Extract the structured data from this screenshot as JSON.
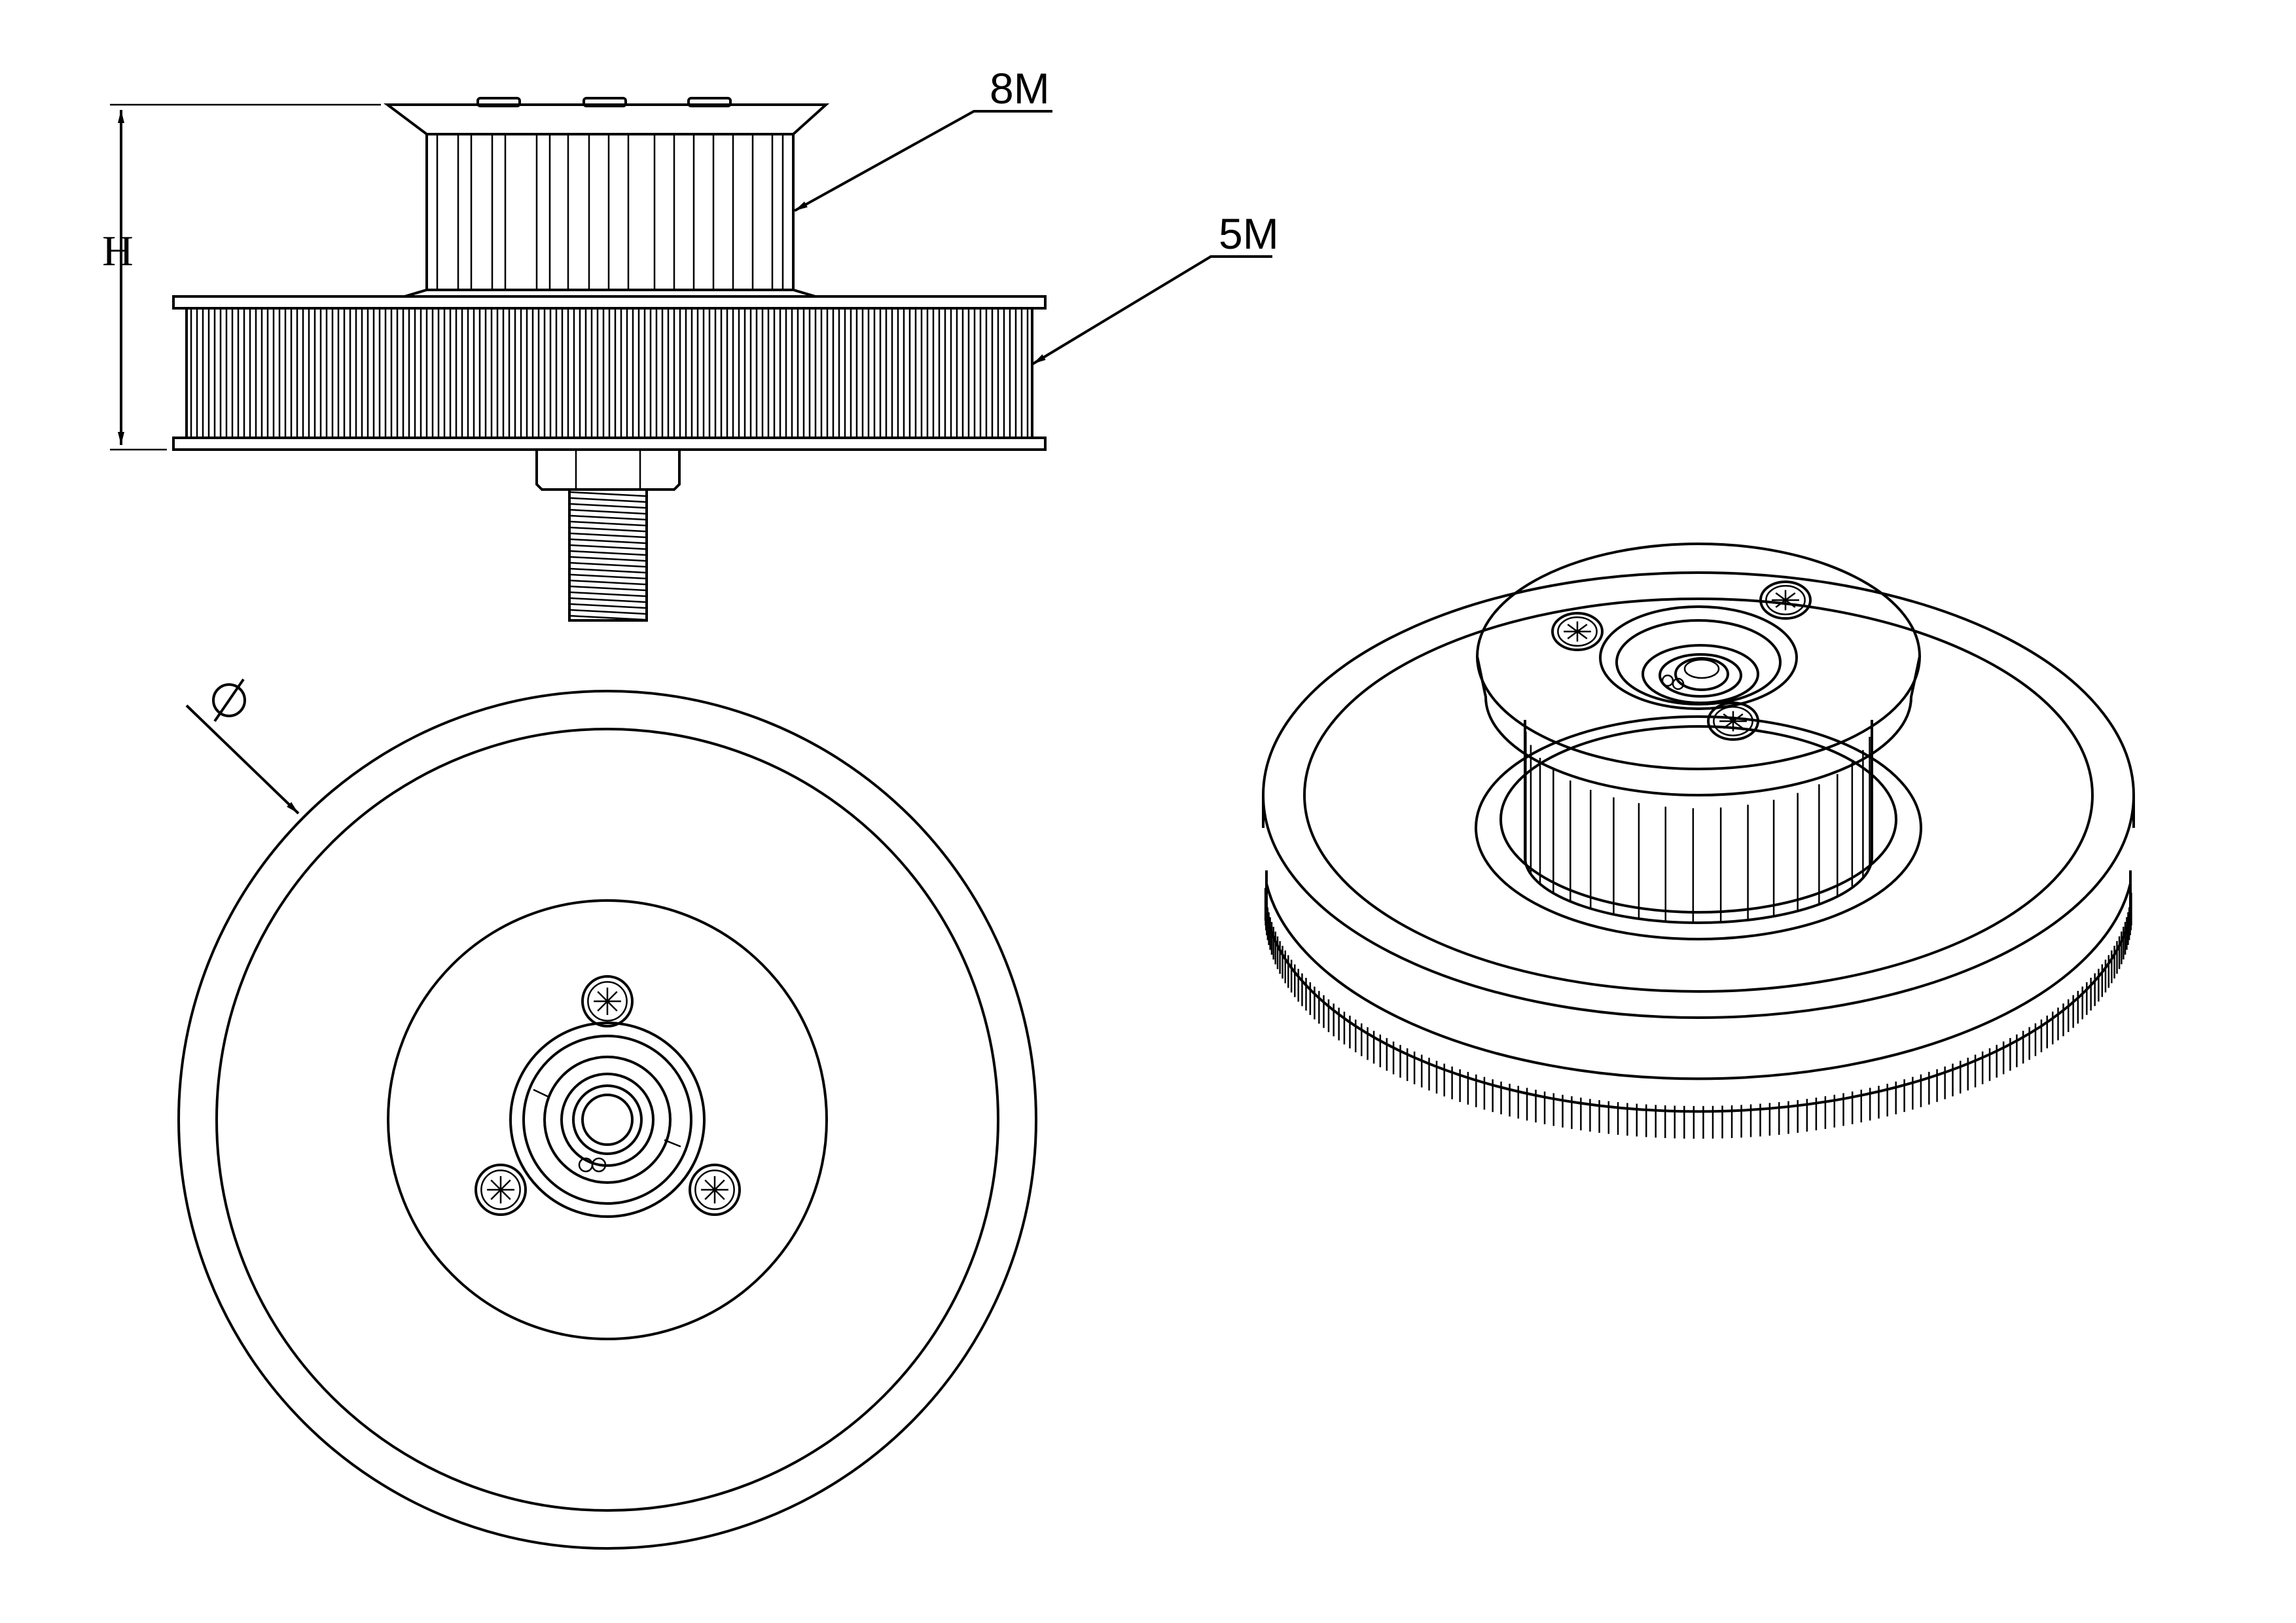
{
  "labels": {
    "pulley_8m": "8M",
    "pulley_5m": "5M",
    "height_dim": "H",
    "diameter_dim": "⌀"
  },
  "views": [
    "side-view",
    "top-view",
    "isometric-view"
  ],
  "colors": {
    "line": "#000000",
    "background": "#ffffff"
  }
}
